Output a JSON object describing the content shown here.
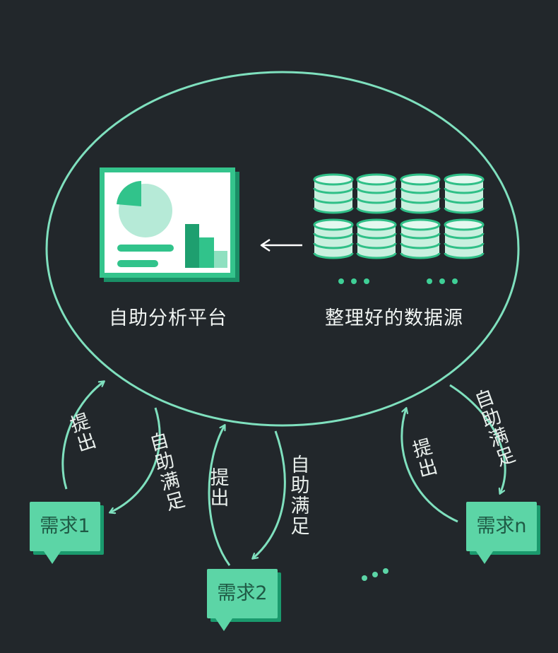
{
  "platform": {
    "label": "自助分析平台"
  },
  "datasource": {
    "label": "整理好的数据源"
  },
  "arrows": {
    "submit_label": "提出",
    "satisfy_label": "自助满足"
  },
  "requests": [
    {
      "label": "需求1"
    },
    {
      "label": "需求2"
    },
    {
      "label": "需求n"
    }
  ],
  "colors": {
    "background": "#22272b",
    "accent": "#5cd5a6",
    "accent_dark": "#1a9a6d",
    "line": "#7fe0be",
    "text": "#f1f5f3"
  }
}
